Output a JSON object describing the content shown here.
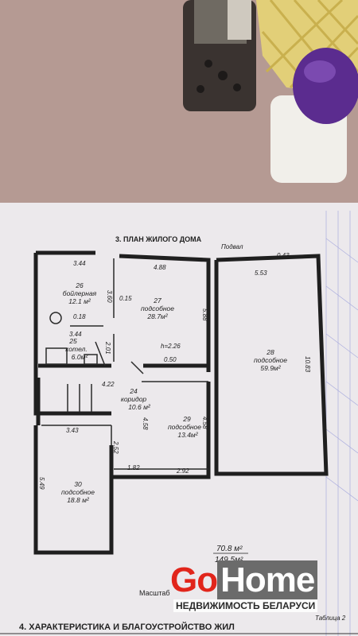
{
  "section_title": "3. ПЛАН ЖИЛОГО ДОМА",
  "floor_label": "Подвал",
  "dimensions": {
    "d344": "3.44",
    "d488": "4.88",
    "d043": "0.43",
    "d553": "5.53",
    "d360": "3.60",
    "d015": "0.15",
    "d588": "5.88",
    "d018": "0.18",
    "d344b": "3.44",
    "d201": "2.01",
    "height": "h=2.26",
    "d050": "0.50",
    "d1083": "10.83",
    "d422": "4.22",
    "d458": "4.58",
    "d458b": "4.58",
    "d343": "3.43",
    "d252": "2.52",
    "d182": "1.82",
    "d292": "2.92",
    "d549": "5.49"
  },
  "rooms": [
    {
      "number": "26",
      "name": "бойлерная",
      "area": "12.1 м²"
    },
    {
      "number": "27",
      "name": "подсобное",
      "area": "28.7м²"
    },
    {
      "number": "25",
      "name": "котел.",
      "area": "6.0м²"
    },
    {
      "number": "28",
      "name": "подсобное",
      "area": "59.9м²"
    },
    {
      "number": "24",
      "name": "коридор",
      "area": "10.6 м²"
    },
    {
      "number": "29",
      "name": "подсобное",
      "area": "13.4м²"
    },
    {
      "number": "30",
      "name": "подсобное",
      "area": "18.8 м²"
    }
  ],
  "totals": {
    "area1": "70.8 м²",
    "area2": "149.5м²"
  },
  "scale_label": "Масштаб",
  "footer_heading": "4. ХАРАКТЕРИСТИКА И БЛАГОУСТРОЙСТВО ЖИЛ",
  "table_label": "Таблица 2",
  "logo": {
    "go": "Go",
    "home": "Home",
    "tagline": "НЕДВИЖИМОСТЬ БЕЛАРУСИ"
  },
  "colors": {
    "accent_red": "#e1251b",
    "lid_purple": "#5b2c8f"
  }
}
